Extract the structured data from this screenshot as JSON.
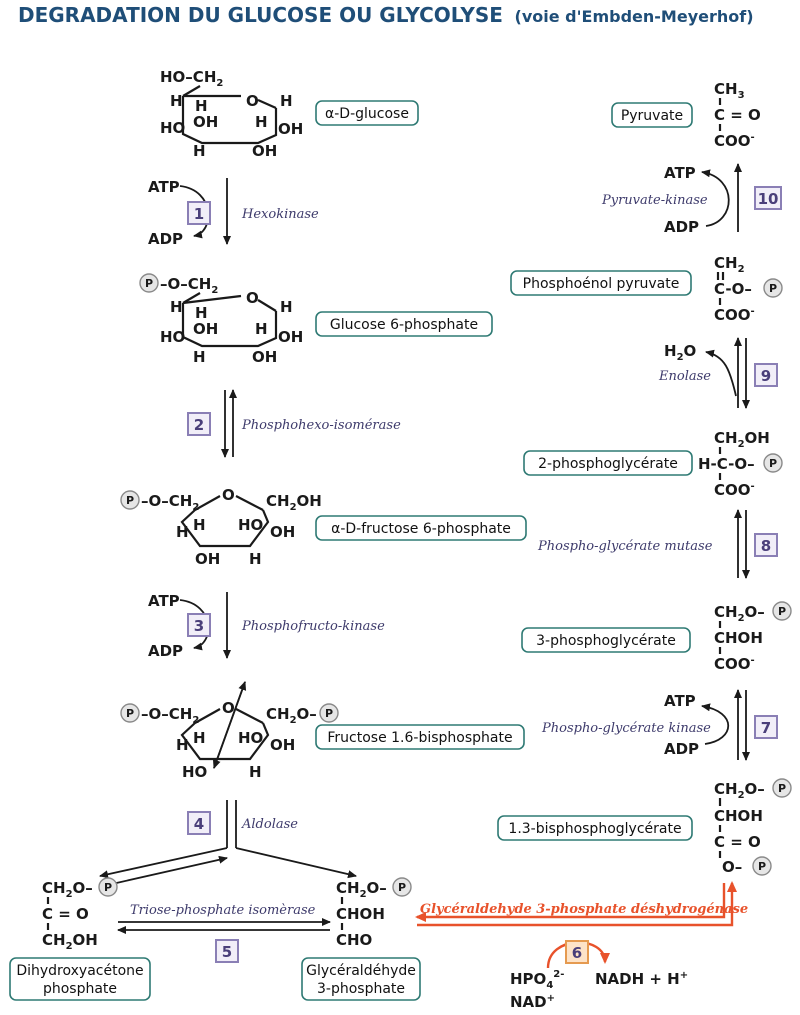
{
  "title": {
    "main": "DEGRADATION DU GLUCOSE OU GLYCOLYSE",
    "sub": "(voie d'Embden-Meyerhof)"
  },
  "compounds": {
    "alpha_d_glucose": "α-D-glucose",
    "glucose_6_phosphate": "Glucose 6-phosphate",
    "alpha_d_fructose_6_phosphate": "α-D-fructose 6-phosphate",
    "fructose_1_6_bisphosphate": "Fructose 1.6-bisphosphate",
    "dihydroxyacetone_phosphate_1": "Dihydroxyacétone",
    "dihydroxyacetone_phosphate_2": "phosphate",
    "glyceraldehyde_3_phosphate_1": "Glycéraldéhyde",
    "glyceraldehyde_3_phosphate_2": "3-phosphate",
    "bisphosphoglycerate_1_3": "1.3-bisphosphoglycérate",
    "phosphoglycerate_3": "3-phosphoglycérate",
    "phosphoglycerate_2": "2-phosphoglycérate",
    "phosphoenol_pyruvate": "Phosphoénol pyruvate",
    "pyruvate": "Pyruvate"
  },
  "enzymes": {
    "hexokinase": "Hexokinase",
    "phosphohexo_isomerase": "Phosphohexo-isomérase",
    "phosphofructo_kinase": "Phosphofructo-kinase",
    "aldolase": "Aldolase",
    "triose_phosphate_isomerase": "Triose-phosphate isomèrase",
    "g3p_dehydrogenase": "Glycéraldehyde 3-phosphate déshydrogénase",
    "phosphoglycerate_kinase": "Phospho-glycérate kinase",
    "phosphoglycerate_mutase": "Phospho-glycérate mutase",
    "enolase": "Enolase",
    "pyruvate_kinase": "Pyruvate-kinase"
  },
  "steps": [
    "1",
    "2",
    "3",
    "4",
    "5",
    "6",
    "7",
    "8",
    "9",
    "10"
  ],
  "cofactors": {
    "atp": "ATP",
    "adp": "ADP",
    "h2o_main": "H",
    "h2o_sub": "2",
    "h2o_end": "O",
    "hpo4_main": "HPO",
    "hpo4_sub": "4",
    "hpo4_sup": "2-",
    "nad": "NAD",
    "nad_sup": "+",
    "nadh": "NADH + H",
    "nadh_sup": "+"
  },
  "phosphate_symbol": "P",
  "atoms": {
    "H": "H",
    "O": "O",
    "OH": "OH",
    "HO": "HO",
    "HO_CH": "HO–CH",
    "CH": "CH",
    "two": "2",
    "three": "3",
    "dash": "–",
    "O_dash": "O–",
    "C_eq_O": "C = O",
    "C": "C",
    "COO": "COO",
    "minus": "-",
    "CHOH": "CHOH",
    "CHO": "CHO",
    "CH2OH_main": "CH",
    "CH2OH_end": "OH",
    "H_C_O": "H-C-O",
    "C_O": "C-O"
  },
  "colors": {
    "title": "#1f4e78",
    "enzyme": "#3d3a6b",
    "dehydrogenase": "#e8522b",
    "label_border": "#2f7a74",
    "step_border": "#8a7fb5"
  }
}
